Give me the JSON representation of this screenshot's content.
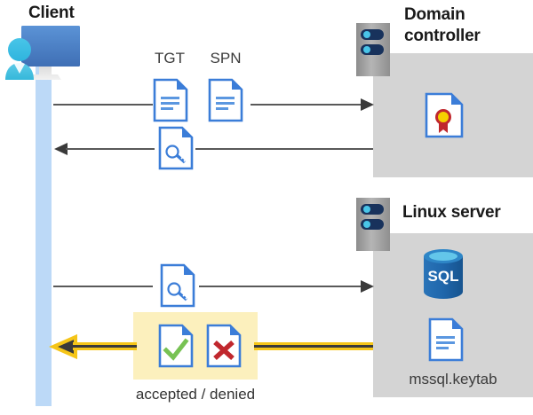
{
  "diagram": {
    "title_client": "Client",
    "title_domain_controller": "Domain\ncontroller",
    "title_domain_controller_line1": "Domain",
    "title_domain_controller_line2": "controller",
    "title_linux_server": "Linux server",
    "label_tgt": "TGT",
    "label_spn": "SPN",
    "label_keytab": "mssql.keytab",
    "label_result": "accepted / denied"
  },
  "icons": {
    "client": "client-workstation-icon",
    "server_rack": "server-rack-icon",
    "certificate_doc": "certificate-document-icon",
    "tgt_doc": "text-document-icon",
    "spn_doc": "text-document-icon",
    "key_doc_reply": "key-document-icon",
    "key_doc_request": "key-search-document-icon",
    "accepted_doc": "checkmark-document-icon",
    "denied_doc": "cross-document-icon",
    "sql_db": "sql-database-icon",
    "keytab_doc": "text-document-icon"
  },
  "flows": [
    {
      "name": "client-to-dc-request",
      "direction": "right",
      "carries": [
        "TGT",
        "SPN"
      ]
    },
    {
      "name": "dc-to-client-ticket",
      "direction": "left",
      "carries": [
        "key-document"
      ]
    },
    {
      "name": "client-to-linux-request",
      "direction": "right",
      "carries": [
        "key-document"
      ]
    },
    {
      "name": "linux-to-client-result",
      "direction": "left",
      "carries": [
        "accepted / denied"
      ]
    }
  ],
  "colors": {
    "panel_gray": "#d4d4d4",
    "lifeline_blue": "#bcd9f7",
    "line_gray": "#595959",
    "highlight_yellow": "#fcf0bd",
    "arrow_yellow": "#f5c518",
    "doc_blue": "#3b7dd8",
    "accent_green": "#77c253",
    "accent_red": "#c0272d",
    "sql_blue": "#1f6bb0",
    "cert_gold": "#f5d000",
    "text_dark": "#1a1a1a"
  }
}
